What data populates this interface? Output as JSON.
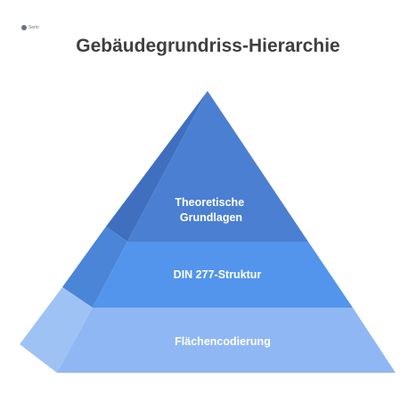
{
  "logo": {
    "text": "Serlo"
  },
  "title": "Gebäudegrundriss-Hierarchie",
  "layers": [
    {
      "lines": [
        "Theoretische",
        "Grundlagen"
      ],
      "color": "#4b7fd1",
      "side_color": "#3f6fbe"
    },
    {
      "lines": [
        "DIN 277-Struktur"
      ],
      "color": "#5395ec",
      "side_color": "#4a85d8"
    },
    {
      "lines": [
        "Flächencodierung"
      ],
      "color": "#8fb7f3",
      "side_color": "#9fc2f5"
    }
  ]
}
